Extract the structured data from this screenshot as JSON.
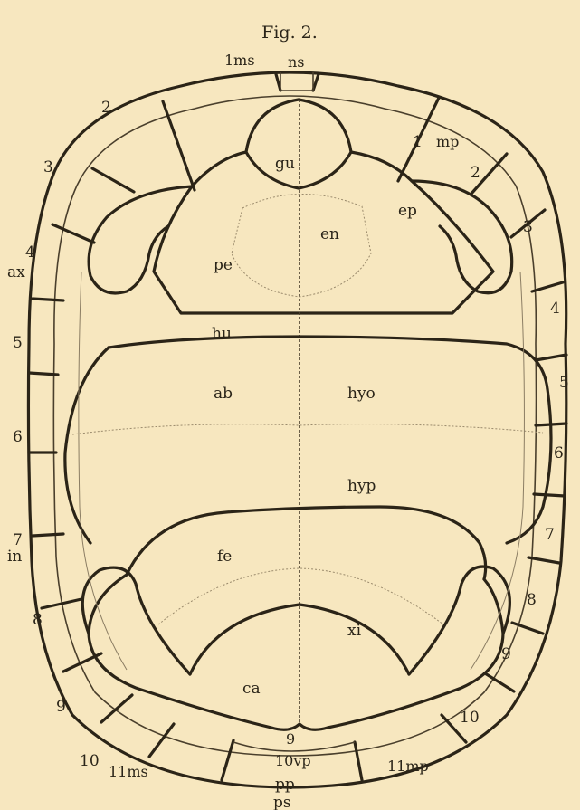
{
  "figure": {
    "title": "Fig. 2.",
    "labels": {
      "ms1": "1ms",
      "ns": "ns",
      "mp1": "mp",
      "gu": "gu",
      "ep": "ep",
      "en": "en",
      "pe": "pe",
      "ax": "ax",
      "hu": "hu",
      "ab": "ab",
      "hyo": "hyo",
      "hyp": "hyp",
      "in": "in",
      "fe": "fe",
      "xi": "xi",
      "ca": "ca",
      "nine_mid": "9",
      "vp10": "10vp",
      "pp": "pp",
      "ps": "ps",
      "ms11": "11ms",
      "mp11": "11mp"
    },
    "left_marginal_numbers": [
      "2",
      "3",
      "4",
      "5",
      "6",
      "7",
      "8",
      "9",
      "10"
    ],
    "right_marginal_numbers": [
      "1",
      "2",
      "3",
      "4",
      "5",
      "6",
      "7",
      "8",
      "9",
      "10"
    ]
  }
}
